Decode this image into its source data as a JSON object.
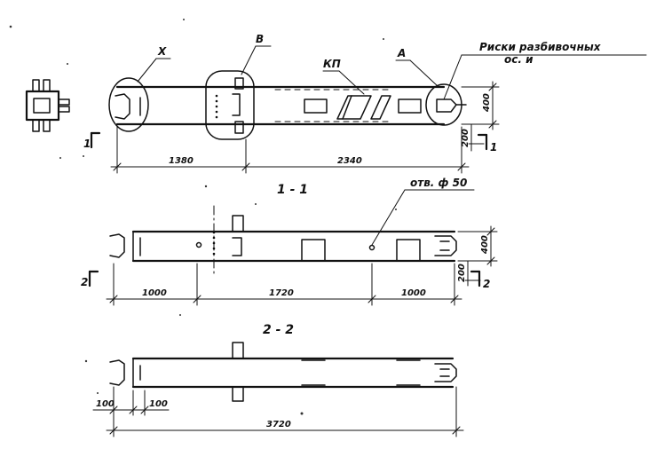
{
  "view1": {
    "callout_x": "Х",
    "callout_b": "В",
    "callout_kp": "КП",
    "callout_a": "А",
    "note_line1": "Риски разбивочных",
    "note_line2": "ос. и",
    "section_mark_left": "1",
    "section_mark_right": "1",
    "dim_length_1": "1380",
    "dim_length_2": "2340",
    "dim_height": "400",
    "dim_offset": "200"
  },
  "view2": {
    "title": "1 - 1",
    "hole_note": "отв. ф 50",
    "section_mark_left": "2",
    "section_mark_right": "2",
    "dim_length_1": "1000",
    "dim_length_2": "1720",
    "dim_length_3": "1000",
    "dim_height": "400",
    "dim_offset": "200"
  },
  "view3": {
    "title": "2 - 2",
    "dim_small_1": "100",
    "dim_small_2": "100",
    "dim_total": "3720"
  }
}
